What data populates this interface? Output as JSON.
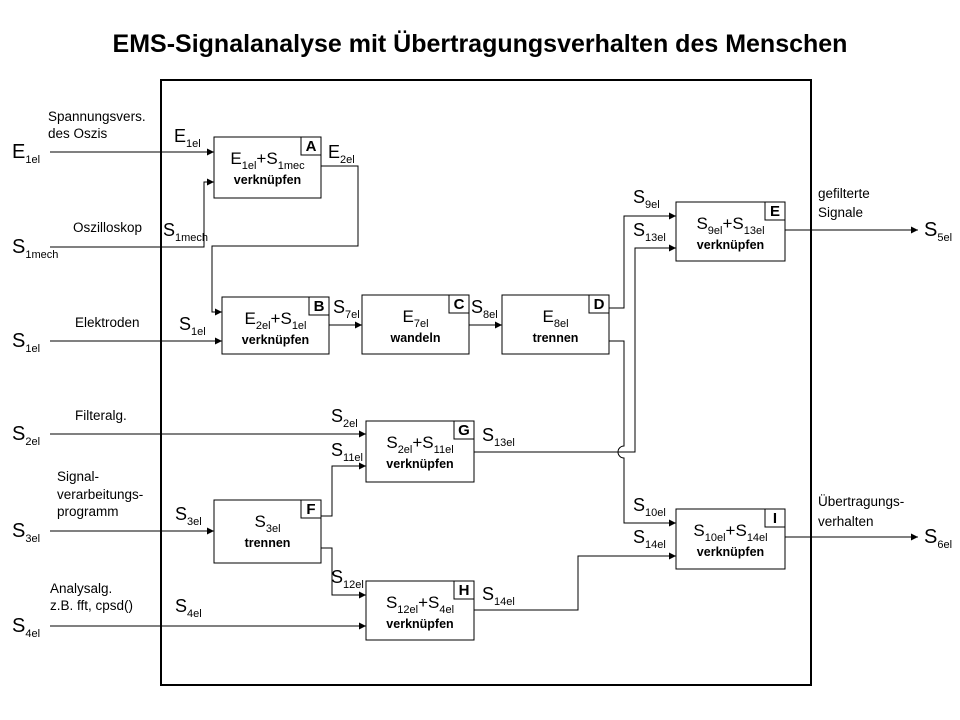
{
  "title": "EMS-Signalanalyse mit Übertragungsverhalten des Menschen",
  "inputs": [
    {
      "main": "E",
      "sub": "1el",
      "desc": [
        "Spannungsvers.",
        "des Oszis"
      ]
    },
    {
      "main": "S",
      "sub": "1mech",
      "desc": [
        "Oszilloskop"
      ]
    },
    {
      "main": "S",
      "sub": "1el",
      "desc": [
        "Elektroden"
      ]
    },
    {
      "main": "S",
      "sub": "2el",
      "desc": [
        "Filteralg."
      ]
    },
    {
      "main": "S",
      "sub": "3el",
      "desc": [
        "Signal-",
        "verarbeitungs-",
        "programm"
      ]
    },
    {
      "main": "S",
      "sub": "4el",
      "desc": [
        "Analysalg.",
        "z.B. fft, cpsd()"
      ]
    }
  ],
  "outputs": [
    {
      "main": "S",
      "sub": "5el",
      "desc": [
        "gefilterte",
        "Signale"
      ]
    },
    {
      "main": "S",
      "sub": "6el",
      "desc": [
        "Übertragungs-",
        "verhalten"
      ]
    }
  ],
  "blocks": [
    {
      "id": "A",
      "formula": [
        [
          "E",
          "1el"
        ],
        [
          "+S",
          "1mec"
        ]
      ],
      "action": "verknüpfen"
    },
    {
      "id": "B",
      "formula": [
        [
          "E",
          "2el"
        ],
        [
          "+S",
          "1el"
        ]
      ],
      "action": "verknüpfen"
    },
    {
      "id": "C",
      "formula": [
        [
          "E",
          "7el"
        ]
      ],
      "action": "wandeln"
    },
    {
      "id": "D",
      "formula": [
        [
          "E",
          "8el"
        ]
      ],
      "action": "trennen"
    },
    {
      "id": "E",
      "formula": [
        [
          "S",
          "9el"
        ],
        [
          "+S",
          "13el"
        ]
      ],
      "action": "verknüpfen"
    },
    {
      "id": "F",
      "formula": [
        [
          "S",
          "3el"
        ]
      ],
      "action": "trennen"
    },
    {
      "id": "G",
      "formula": [
        [
          "S",
          "2el"
        ],
        [
          "+S",
          "11el"
        ]
      ],
      "action": "verknüpfen"
    },
    {
      "id": "H",
      "formula": [
        [
          "S",
          "12el"
        ],
        [
          "+S",
          "4el"
        ]
      ],
      "action": "verknüpfen"
    },
    {
      "id": "I",
      "formula": [
        [
          "S",
          "10el"
        ],
        [
          "+S",
          "14el"
        ]
      ],
      "action": "verknüpfen"
    }
  ],
  "signals": [
    {
      "id": "e1el",
      "main": "E",
      "sub": "1el"
    },
    {
      "id": "e2el",
      "main": "E",
      "sub": "2el"
    },
    {
      "id": "s1mech",
      "main": "S",
      "sub": "1mech"
    },
    {
      "id": "s1el",
      "main": "S",
      "sub": "1el"
    },
    {
      "id": "s7el",
      "main": "S",
      "sub": "7el"
    },
    {
      "id": "s8el",
      "main": "S",
      "sub": "8el"
    },
    {
      "id": "s9el",
      "main": "S",
      "sub": "9el"
    },
    {
      "id": "s13el-d",
      "main": "S",
      "sub": "13el"
    },
    {
      "id": "s2el",
      "main": "S",
      "sub": "2el"
    },
    {
      "id": "s11el",
      "main": "S",
      "sub": "11el"
    },
    {
      "id": "s13el-g",
      "main": "S",
      "sub": "13el"
    },
    {
      "id": "s3el",
      "main": "S",
      "sub": "3el"
    },
    {
      "id": "s12el",
      "main": "S",
      "sub": "12el"
    },
    {
      "id": "s4el",
      "main": "S",
      "sub": "4el"
    },
    {
      "id": "s14el-h",
      "main": "S",
      "sub": "14el"
    },
    {
      "id": "s10el",
      "main": "S",
      "sub": "10el"
    },
    {
      "id": "s14el-i",
      "main": "S",
      "sub": "14el"
    }
  ]
}
